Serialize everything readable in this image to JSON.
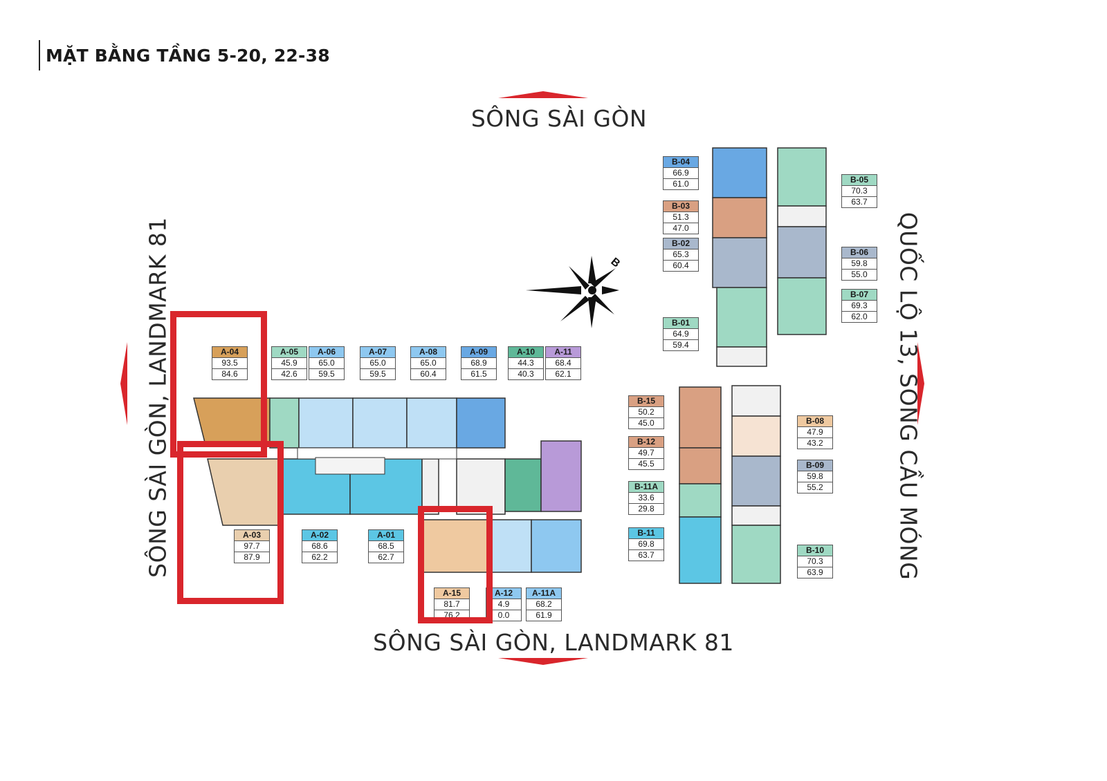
{
  "title": "MẶT BẰNG TẦNG 5-20, 22-38",
  "directions": {
    "top": "SÔNG SÀI GÒN",
    "bottom": "SÔNG SÀI GÒN, LANDMARK 81",
    "left": "SÔNG SÀI GÒN, LANDMARK 81",
    "right": "QUỐC LỘ 13, SÔNG CẦU MÓNG"
  },
  "compass": {
    "north_letter": "B"
  },
  "colors": {
    "highlight": "#d9262c",
    "arrow": "#d9262c",
    "orange": "#d7a05a",
    "peach": "#efc9a0",
    "sand": "#e9cfae",
    "mint": "#9fd9c3",
    "sky": "#8ec8f0",
    "cyan": "#5cc6e4",
    "blue": "#69a8e3",
    "green": "#5fb898",
    "violet": "#b89ad8",
    "slate": "#a9b8cc",
    "terracotta": "#d9a082"
  },
  "units": [
    {
      "code": "A-04",
      "v1": "93.5",
      "v2": "84.6",
      "color": "orange",
      "highlighted": true
    },
    {
      "code": "A-05",
      "v1": "45.9",
      "v2": "42.6",
      "color": "mint"
    },
    {
      "code": "A-06",
      "v1": "65.0",
      "v2": "59.5",
      "color": "sky"
    },
    {
      "code": "A-07",
      "v1": "65.0",
      "v2": "59.5",
      "color": "sky"
    },
    {
      "code": "A-08",
      "v1": "65.0",
      "v2": "60.4",
      "color": "sky"
    },
    {
      "code": "A-09",
      "v1": "68.9",
      "v2": "61.5",
      "color": "blue"
    },
    {
      "code": "A-10",
      "v1": "44.3",
      "v2": "40.3",
      "color": "green"
    },
    {
      "code": "A-11",
      "v1": "68.4",
      "v2": "62.1",
      "color": "violet"
    },
    {
      "code": "A-03",
      "v1": "97.7",
      "v2": "87.9",
      "color": "sand",
      "highlighted": true
    },
    {
      "code": "A-02",
      "v1": "68.6",
      "v2": "62.2",
      "color": "cyan"
    },
    {
      "code": "A-01",
      "v1": "68.5",
      "v2": "62.7",
      "color": "cyan"
    },
    {
      "code": "A-15",
      "v1": "81.7",
      "v2": "76.2",
      "color": "peach",
      "highlighted": true
    },
    {
      "code": "A-12",
      "v1": "4.9",
      "v2": "0.0",
      "color": "sky"
    },
    {
      "code": "A-11A",
      "v1": "68.2",
      "v2": "61.9",
      "color": "sky"
    },
    {
      "code": "B-04",
      "v1": "66.9",
      "v2": "61.0",
      "color": "blue"
    },
    {
      "code": "B-03",
      "v1": "51.3",
      "v2": "47.0",
      "color": "terracotta"
    },
    {
      "code": "B-02",
      "v1": "65.3",
      "v2": "60.4",
      "color": "slate"
    },
    {
      "code": "B-01",
      "v1": "64.9",
      "v2": "59.4",
      "color": "mint"
    },
    {
      "code": "B-05",
      "v1": "70.3",
      "v2": "63.7",
      "color": "mint"
    },
    {
      "code": "B-06",
      "v1": "59.8",
      "v2": "55.0",
      "color": "slate"
    },
    {
      "code": "B-07",
      "v1": "69.3",
      "v2": "62.0",
      "color": "mint"
    },
    {
      "code": "B-15",
      "v1": "50.2",
      "v2": "45.0",
      "color": "terracotta"
    },
    {
      "code": "B-12",
      "v1": "49.7",
      "v2": "45.5",
      "color": "terracotta"
    },
    {
      "code": "B-11A",
      "v1": "33.6",
      "v2": "29.8",
      "color": "mint"
    },
    {
      "code": "B-11",
      "v1": "69.8",
      "v2": "63.7",
      "color": "cyan"
    },
    {
      "code": "B-08",
      "v1": "47.9",
      "v2": "43.2",
      "color": "peach"
    },
    {
      "code": "B-09",
      "v1": "59.8",
      "v2": "55.2",
      "color": "slate"
    },
    {
      "code": "B-10",
      "v1": "70.3",
      "v2": "63.9",
      "color": "mint"
    }
  ]
}
